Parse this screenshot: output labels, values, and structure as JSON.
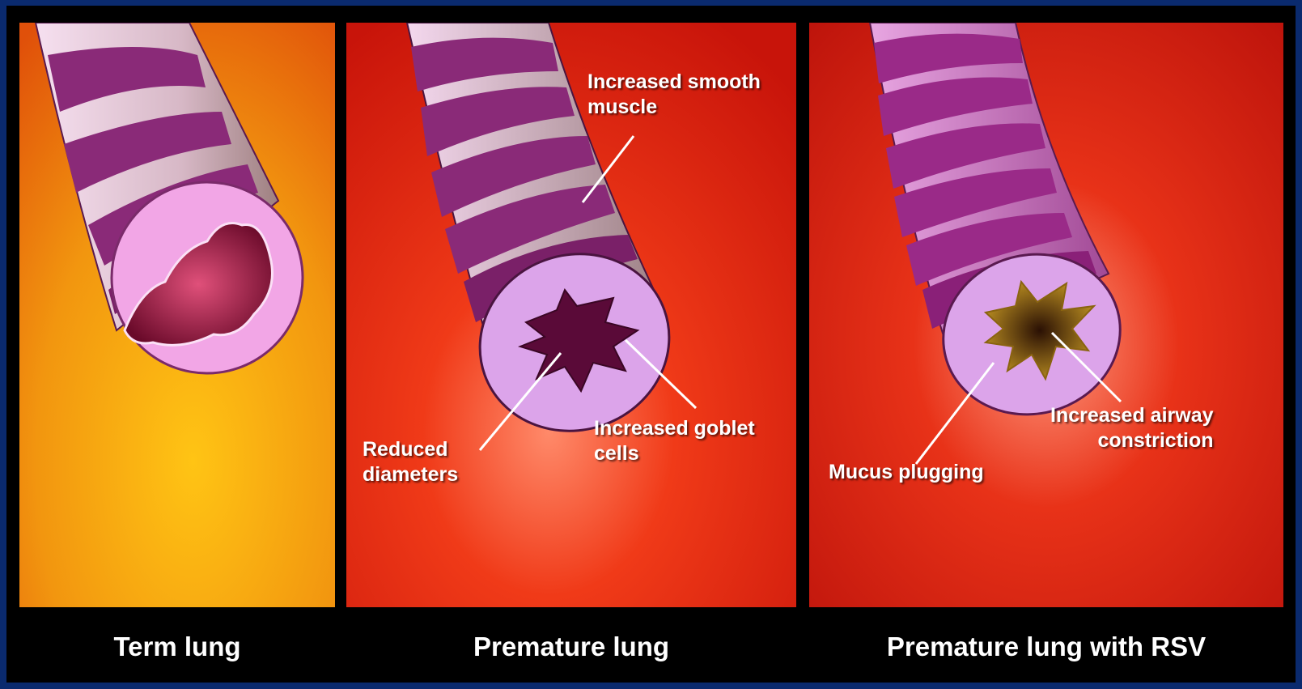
{
  "colors": {
    "frame": "#000000",
    "border": "#0a2a6e",
    "term_bg": "#f29a10",
    "premature_bg": "#e0240e",
    "rsv_bg": "#d61c0c",
    "airway_pink": "#f09ae0",
    "airway_muscle": "#8a2a78",
    "label_text": "#ffffff"
  },
  "panels": [
    {
      "caption": "Term lung",
      "labels": []
    },
    {
      "caption": "Premature lung",
      "labels": [
        {
          "lines": [
            "Increased smooth",
            "muscle"
          ]
        },
        {
          "lines": [
            "Reduced",
            "diameters"
          ]
        },
        {
          "lines": [
            "Increased goblet",
            "cells"
          ]
        }
      ]
    },
    {
      "caption": "Premature lung with RSV",
      "labels": [
        {
          "lines": [
            "Increased airway",
            "constriction"
          ]
        },
        {
          "lines": [
            "Mucus plugging"
          ]
        }
      ]
    }
  ]
}
